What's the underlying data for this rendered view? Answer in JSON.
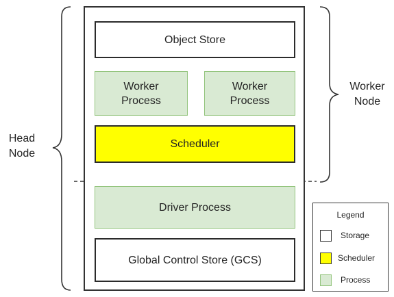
{
  "diagram": {
    "head_node_label": "Head\nNode",
    "worker_node_label": "Worker\nNode",
    "object_store": "Object Store",
    "worker_process_1": "Worker\nProcess",
    "worker_process_2": "Worker\nProcess",
    "scheduler": "Scheduler",
    "driver_process": "Driver Process",
    "gcs": "Global Control Store (GCS)"
  },
  "legend": {
    "title": "Legend",
    "items": [
      {
        "label": "Storage",
        "color": "#ffffff"
      },
      {
        "label": "Scheduler",
        "color": "#ffff00"
      },
      {
        "label": "Process",
        "color": "#d9ead3"
      }
    ]
  },
  "colors": {
    "process_fill": "#d9ead3",
    "process_border": "#93c47d",
    "scheduler_fill": "#ffff00",
    "storage_fill": "#ffffff"
  }
}
